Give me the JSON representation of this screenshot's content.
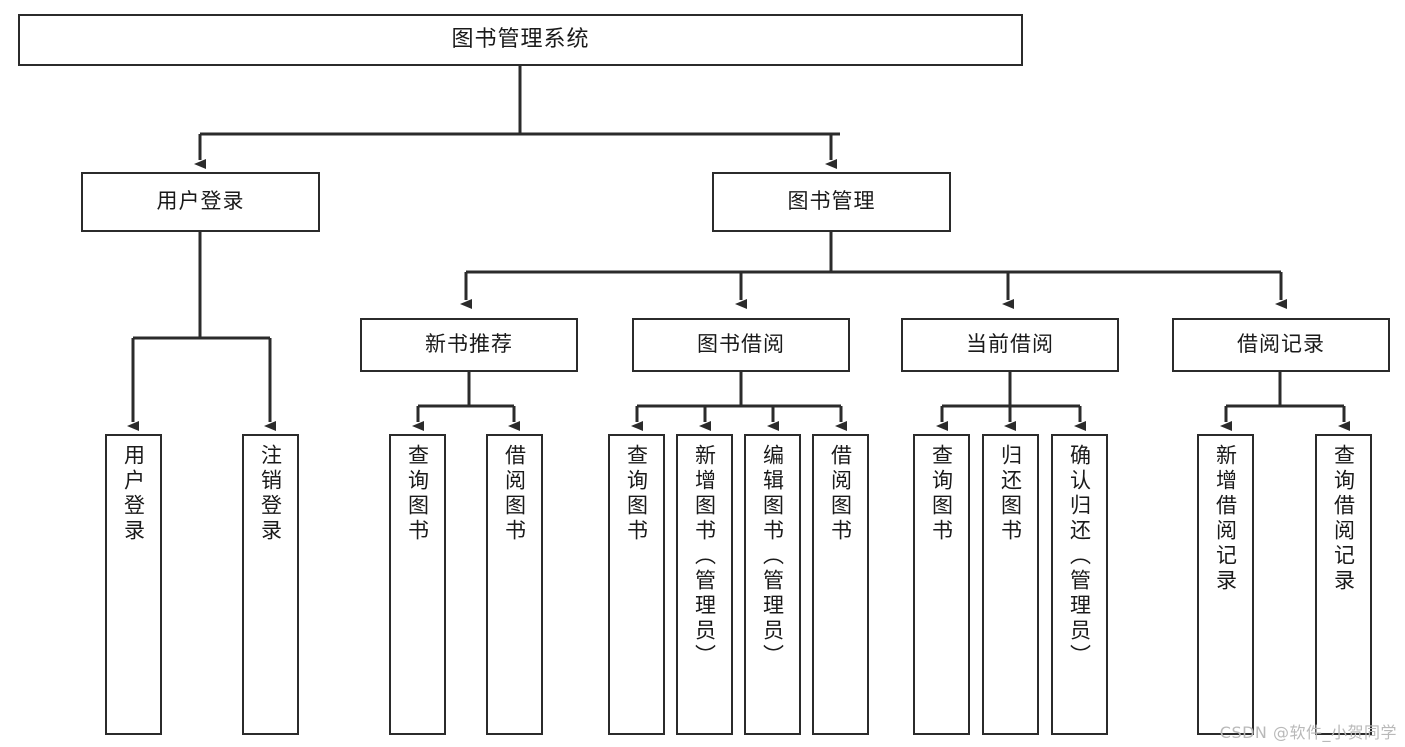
{
  "diagram": {
    "title": "图书管理系统",
    "type": "tree",
    "watermark": "CSDN @软件_小贺同学",
    "colors": {
      "stroke": "#2b2b2b",
      "fill": "#ffffff",
      "text": "#1a1a1a",
      "watermark": "#b9b9b9"
    },
    "root": {
      "label": "图书管理系统"
    },
    "level1": [
      {
        "label": "用户登录"
      },
      {
        "label": "图书管理"
      }
    ],
    "level2": [
      {
        "label": "新书推荐"
      },
      {
        "label": "图书借阅"
      },
      {
        "label": "当前借阅"
      },
      {
        "label": "借阅记录"
      }
    ],
    "leaves": {
      "user_login": [
        {
          "label": "用户登录"
        },
        {
          "label": "注销登录"
        }
      ],
      "new_book_recommend": [
        {
          "label": "查询图书"
        },
        {
          "label": "借阅图书"
        }
      ],
      "book_borrow": [
        {
          "label": "查询图书"
        },
        {
          "label": "新增图书（管理员）"
        },
        {
          "label": "编辑图书（管理员）"
        },
        {
          "label": "借阅图书"
        }
      ],
      "current_borrow": [
        {
          "label": "查询图书"
        },
        {
          "label": "归还图书"
        },
        {
          "label": "确认归还（管理员）"
        }
      ],
      "borrow_records": [
        {
          "label": "新增借阅记录"
        },
        {
          "label": "查询借阅记录"
        }
      ]
    }
  }
}
